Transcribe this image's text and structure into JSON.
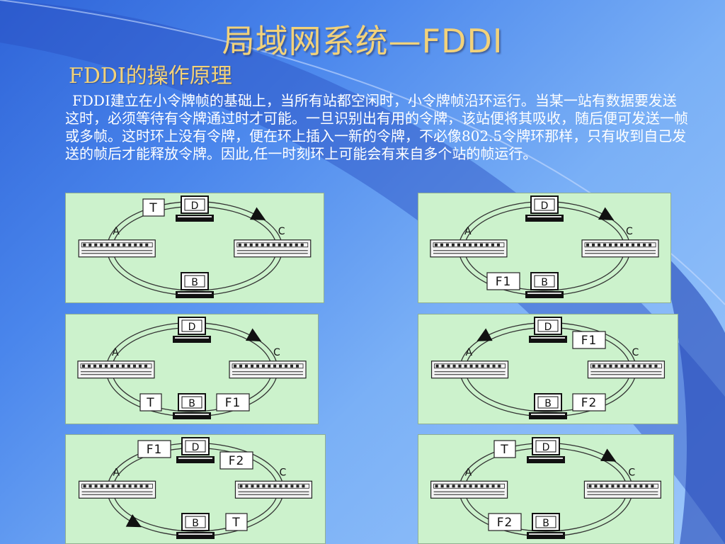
{
  "title": "局域网系统—FDDI",
  "subtitle": "FDDI的操作原理",
  "paragraph": "FDDI建立在小令牌帧的基础上，当所有站都空闲时，小令牌帧沿环运行。当某一站有数据要发送这时，必须等待有令牌通过时才可能。一旦识别出有用的令牌，该站便将其吸收，随后便可发送一帧或多帧。这时环上没有令牌，便在环上插入一新的令牌，不必像802.5令牌环那样，只有收到自己发送的帧后才能释放令牌。因此,任一时刻环上可能会有来自多个站的帧运行。",
  "station_labels": {
    "a": "A",
    "b": "B",
    "c": "C",
    "d": "D"
  },
  "colors": {
    "panel": "#ccf2cc",
    "title": "#f2d27a",
    "text": "#ffffff"
  },
  "diagrams": [
    {
      "id": "1",
      "arrow": "ne",
      "labels": [
        {
          "text": "T",
          "pos": "nw"
        }
      ]
    },
    {
      "id": "2",
      "arrow": "ne",
      "labels": [
        {
          "text": "F1",
          "pos": "sw"
        }
      ]
    },
    {
      "id": "3",
      "arrow": "ne",
      "labels": [
        {
          "text": "T",
          "pos": "sw"
        },
        {
          "text": "F1",
          "pos": "se"
        }
      ]
    },
    {
      "id": "4",
      "arrow": "nw",
      "labels": [
        {
          "text": "F1",
          "pos": "ne"
        },
        {
          "text": "F2",
          "pos": "se"
        }
      ]
    },
    {
      "id": "5",
      "arrow": "sw",
      "labels": [
        {
          "text": "F1",
          "pos": "nw"
        },
        {
          "text": "F2",
          "pos": "ne"
        },
        {
          "text": "T",
          "pos": "se"
        }
      ]
    },
    {
      "id": "6",
      "arrow": "ne",
      "labels": [
        {
          "text": "T",
          "pos": "nw"
        },
        {
          "text": "F2",
          "pos": "sw"
        }
      ]
    }
  ]
}
